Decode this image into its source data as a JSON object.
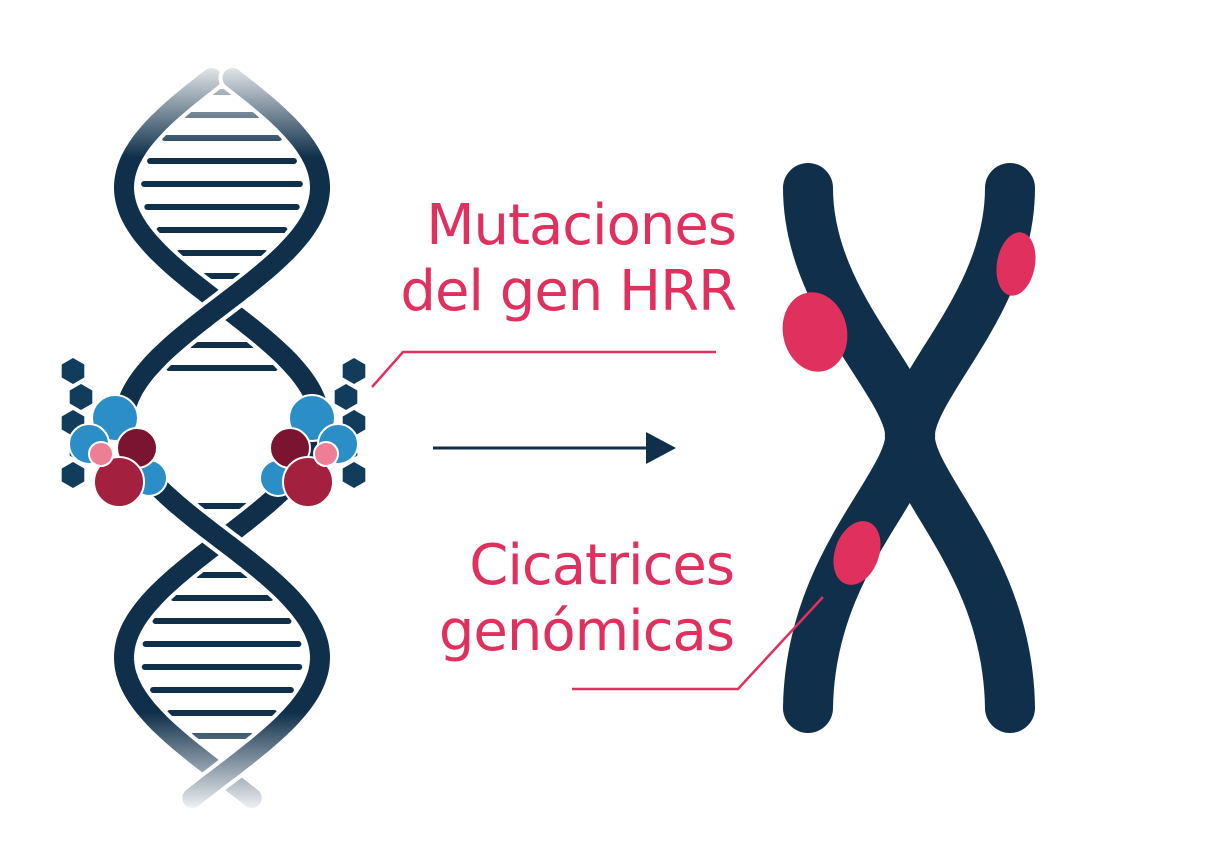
{
  "labels": {
    "mutations": [
      "Mutaciones",
      "del gen HRR"
    ],
    "scars": [
      "Cicatrices",
      "genómicas"
    ]
  },
  "colors": {
    "navy": "#0f2f4a",
    "accent": "#e0305e",
    "protein_blue": "#2c8ec7",
    "protein_red": "#a3203f",
    "protein_dark": "#7a1430",
    "protein_pink": "#ee7d96",
    "hex_dark": "#123c5c"
  },
  "icons": [
    "dna-double-helix-icon",
    "dna-repair-protein-complex-icon",
    "chromosome-icon",
    "right-arrow-icon"
  ]
}
